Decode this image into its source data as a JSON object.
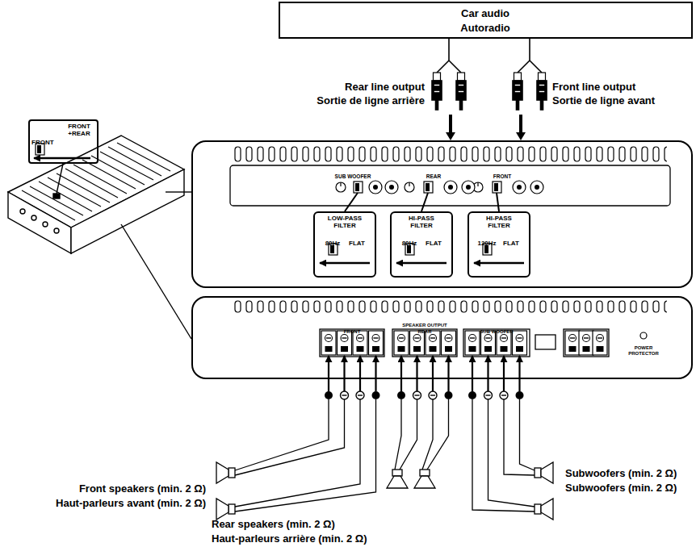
{
  "diagram": {
    "nodes": [
      {
        "text": [
          "Car audio",
          "Autoradio"
        ]
      },
      {
        "text": [
          "FRONT",
          "FRONT +REAR"
        ]
      },
      {
        "text": [
          "SUB WOOFER",
          "REAR",
          "FRONT"
        ]
      },
      {
        "text": [
          "LOW-PASS FILTER",
          "80Hz",
          "FLAT"
        ],
        "in": 2
      },
      {
        "text": [
          "HI-PASS FILTER",
          "80Hz",
          "FLAT"
        ],
        "in": 2
      },
      {
        "text": [
          "HI-PASS FILTER",
          "120Hz",
          "FLAT"
        ],
        "in": 2
      },
      {
        "text": [
          "SPEAKER OUTPUT",
          "FRONT",
          "REAR",
          "SUB WOOFER",
          "POWER PROTECTOR"
        ]
      }
    ],
    "edges": [
      {
        "from": 0,
        "to": 2,
        "arrow": "to"
      },
      {
        "from": 0,
        "to": 2,
        "arrow": "to"
      }
    ],
    "labels": [
      "Rear line output",
      "Sortie de ligne arrière",
      "Front line output",
      "Sortie de ligne avant",
      "Front speakers (min. 2 Ω)",
      "Haut-parleurs avant (min. 2 Ω)",
      "Subwoofers (min. 2 Ω)",
      "Subwoofers (min. 2 Ω)",
      "Rear speakers (min. 2 Ω)",
      "Haut-parleurs arrière (min. 2 Ω)"
    ]
  }
}
